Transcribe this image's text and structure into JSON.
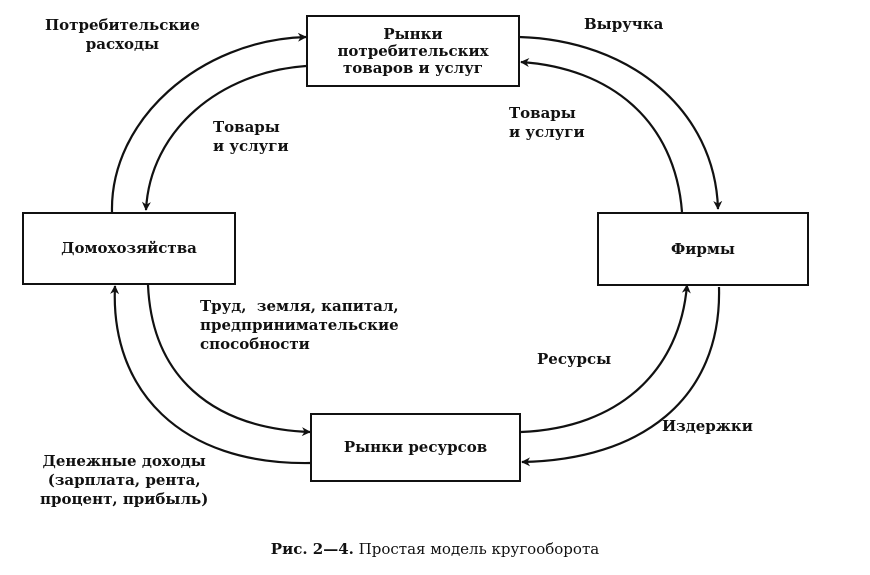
{
  "boxes": {
    "consumer_markets": "Рынки\nпотребительских\nтоваров и услуг",
    "households": "Домохозяйства",
    "firms": "Фирмы",
    "resource_markets": "Рынки ресурсов"
  },
  "labels": {
    "consumer_spending": "Потребительские\nрасходы",
    "revenue": "Выручка",
    "goods_services_left": "Товары\nи услуги",
    "goods_services_right": "Товары\nи услуги",
    "factors": "Труд,  земля, капитал,\nпредпринимательские\nспособности",
    "resources": "Ресурсы",
    "costs": "Издержки",
    "money_income": "Денежные доходы\n(зарплата, рента,\nпроцент, прибыль)"
  },
  "caption": {
    "number": "Рис. 2—4.",
    "text": " Простая модель кругооборота"
  }
}
